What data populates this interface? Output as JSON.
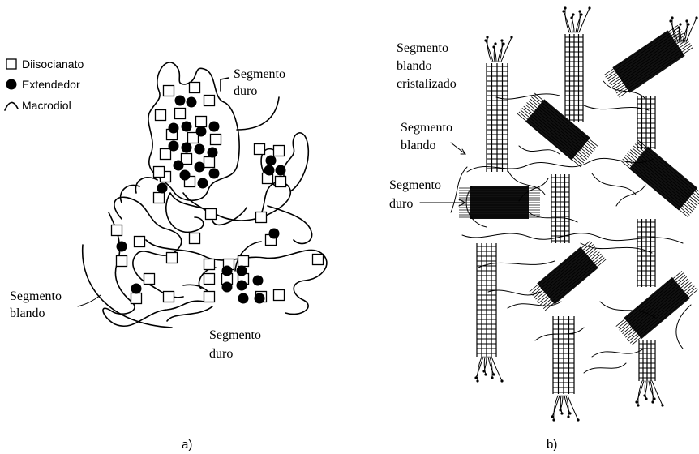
{
  "legend": {
    "items": [
      {
        "label": "Diisocianato",
        "symbol": "open-square-icon"
      },
      {
        "label": "Extendedor",
        "symbol": "filled-circle-icon"
      },
      {
        "label": "Macrodiol",
        "symbol": "curve-icon"
      }
    ]
  },
  "panel_a": {
    "caption": "a)",
    "labels": {
      "hard_top_line1": "Segmento",
      "hard_top_line2": "duro",
      "soft_line1": "Segmento",
      "soft_line2": "blando",
      "hard_bottom_line1": "Segmento",
      "hard_bottom_line2": "duro"
    }
  },
  "panel_b": {
    "caption": "b)",
    "labels": {
      "cryst_line1": "Segmento",
      "cryst_line2": "blando",
      "cryst_line3": "cristalizado",
      "soft_line1": "Segmento",
      "soft_line2": "blando",
      "hard_line1": "Segmento",
      "hard_line2": "duro"
    }
  },
  "colors": {
    "ink": "#000000",
    "background": "#ffffff"
  }
}
